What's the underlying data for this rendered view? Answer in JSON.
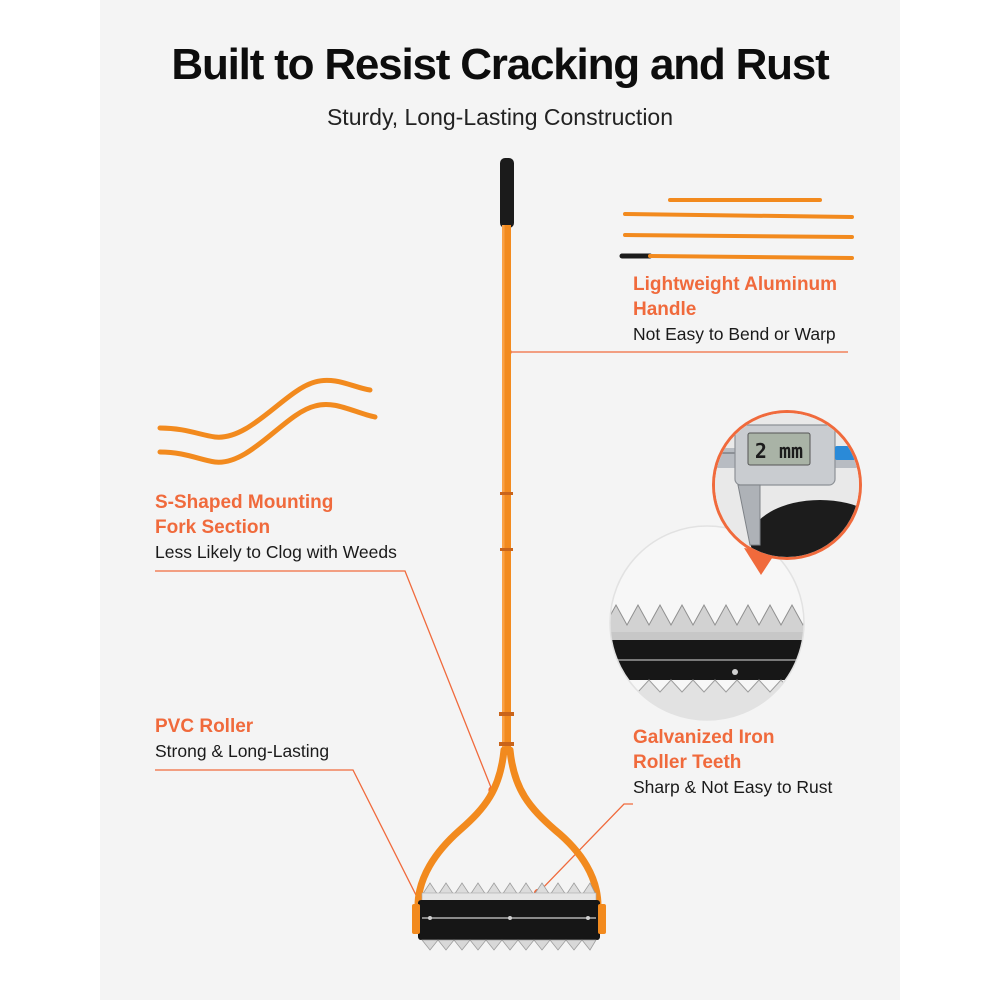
{
  "header": {
    "title": "Built to Resist Cracking and Rust",
    "subtitle": "Sturdy, Long-Lasting Construction"
  },
  "callouts": [
    {
      "id": "handle",
      "title_line1": "Lightweight Aluminum",
      "title_line2": "Handle",
      "desc": "Not Easy to Bend or Warp"
    },
    {
      "id": "fork",
      "title_line1": "S-Shaped Mounting",
      "title_line2": "Fork Section",
      "desc": "Less Likely to Clog with Weeds"
    },
    {
      "id": "roller",
      "title_line1": "PVC Roller",
      "title_line2": "",
      "desc": "Strong & Long-Lasting"
    },
    {
      "id": "teeth",
      "title_line1": "Galvanized Iron",
      "title_line2": "Roller Teeth",
      "desc": "Sharp & Not Easy to Rust"
    }
  ],
  "caliper_reading": "2 mm",
  "colors": {
    "accent": "#f06a3c",
    "handle_orange": "#f28a1e",
    "grip_black": "#1b1b1b",
    "background": "#f4f4f4"
  }
}
